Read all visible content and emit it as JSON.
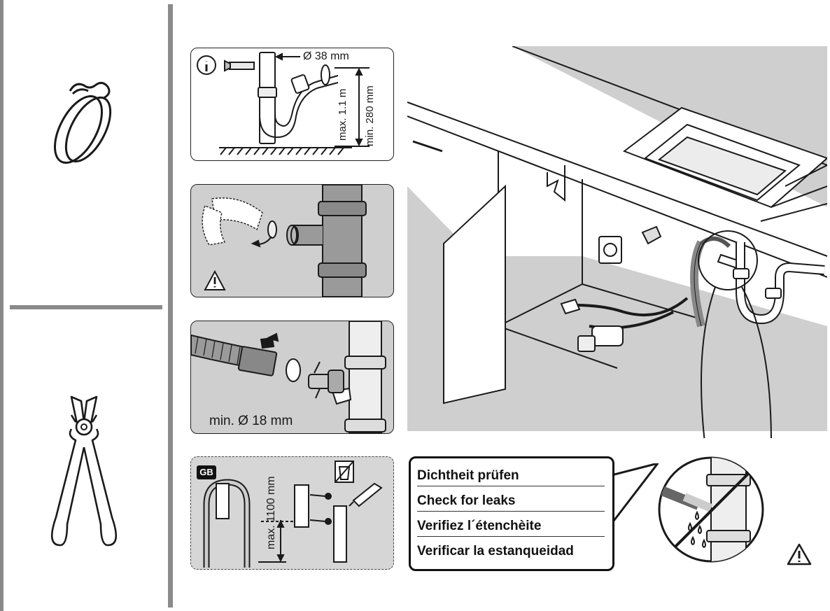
{
  "left_column": {
    "items": [
      {
        "name": "hose-clamp",
        "icon": "hose-clamp-icon"
      },
      {
        "name": "side-cutters",
        "icon": "side-cutters-icon"
      }
    ]
  },
  "panels": {
    "siphon": {
      "info_icon": "info-icon",
      "pipe_diameter": "Ø 38 mm",
      "max_height": "max. 1.1 m",
      "min_height": "min. 280 mm"
    },
    "remove_hose": {
      "warning_icon": "warning-triangle-icon"
    },
    "connect_hose": {
      "hose_diameter": "min. Ø 18 mm"
    },
    "gb_mounting": {
      "region_badge": "GB",
      "height": "max. 1100 mm",
      "disposal_icon": "waste-bin-icon"
    }
  },
  "callout": {
    "lines": [
      "Dichtheit prüfen",
      "Check for leaks",
      "Verifiez l´étenchèite",
      "Verificar la estanqueidad"
    ]
  },
  "scene": {
    "warning_icon": "warning-triangle-icon",
    "leak_detail_icon": "no-leak-icon"
  },
  "colors": {
    "divider": "#8a8a8a",
    "panel_grey": "#cfcfcf",
    "floor_grey": "#cfcfcf",
    "line": "#1a1a1a"
  }
}
